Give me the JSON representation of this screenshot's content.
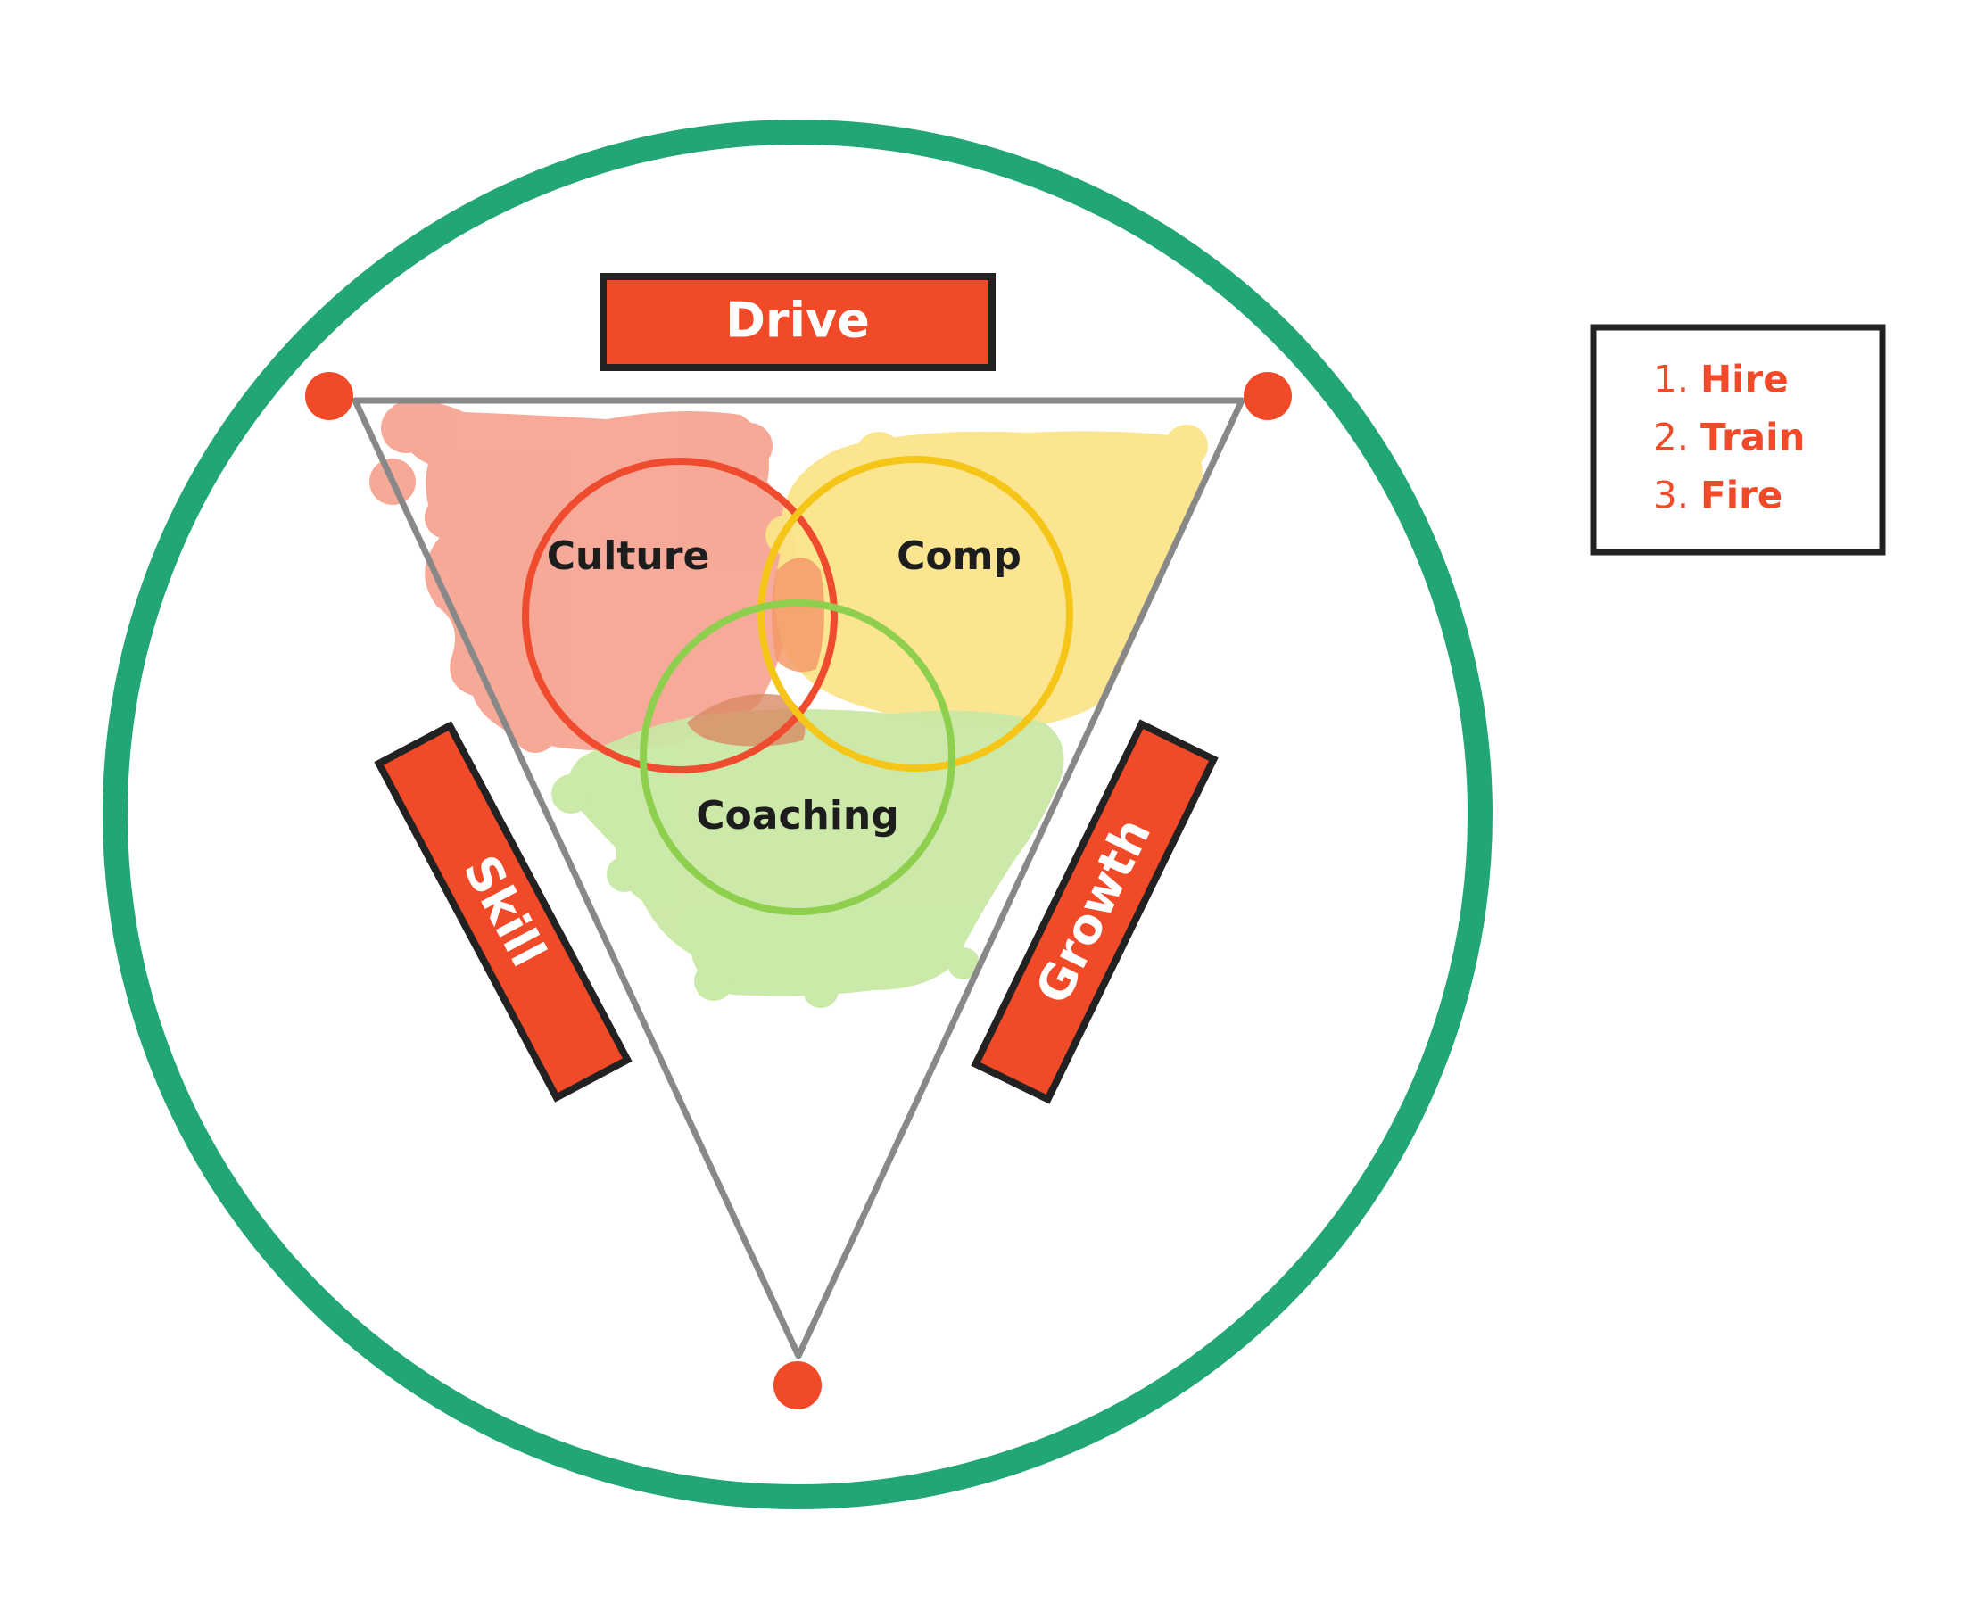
{
  "diagram": {
    "labels": {
      "drive": "Drive",
      "skill": "Skill",
      "growth": "Growth"
    },
    "circles": {
      "culture": "Culture",
      "comp": "Comp",
      "coaching": "Coaching"
    },
    "steps": [
      {
        "number": "1.",
        "text": "Hire"
      },
      {
        "number": "2.",
        "text": "Train"
      },
      {
        "number": "3.",
        "text": "Fire"
      }
    ]
  },
  "colors": {
    "outer_ring": "#22a676",
    "triangle": "#888888",
    "accent_red": "#f04a28",
    "box_border": "#222222",
    "culture": "#ef4b2f",
    "comp": "#f5c518",
    "coaching": "#8fcf4e",
    "culture_fill": "#f7a593",
    "comp_fill": "#fbe48a",
    "coaching_fill": "#c9e8a5"
  }
}
